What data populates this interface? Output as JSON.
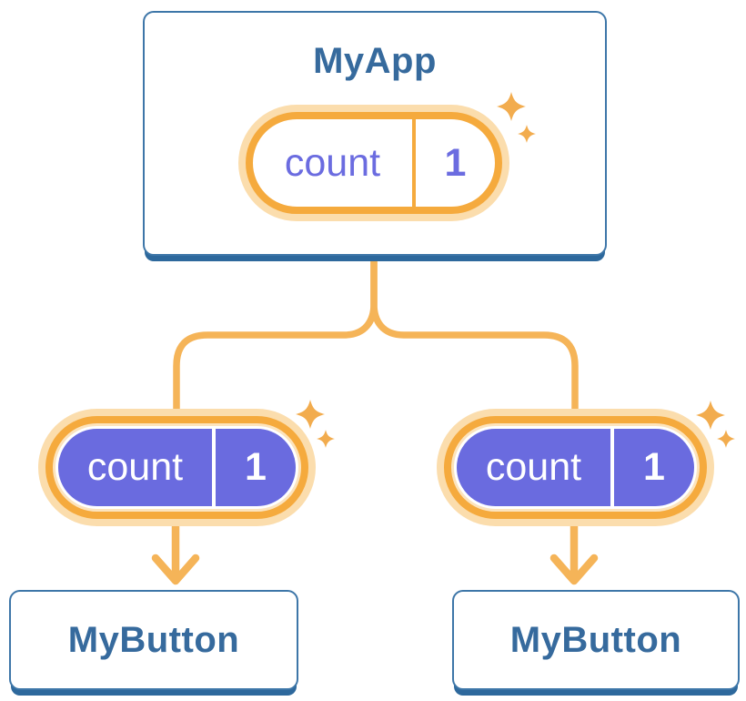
{
  "diagram": {
    "root": {
      "title": "MyApp",
      "state": {
        "name": "count",
        "value": "1"
      }
    },
    "children": [
      {
        "title": "MyButton",
        "prop": {
          "name": "count",
          "value": "1"
        }
      },
      {
        "title": "MyButton",
        "prop": {
          "name": "count",
          "value": "1"
        }
      }
    ]
  },
  "icons": {
    "sparkles-icon": "✦",
    "arrow-down-icon": "↓"
  },
  "colors": {
    "blue": "#366A9D",
    "card-border": "#3D76A8",
    "card-shadow": "#2D689C",
    "orange": "#F5AA3D",
    "orange-light": "#FBDDAD",
    "cream": "#FCE4BE",
    "wire": "#F5B458",
    "sparkle": "#F2AC4E",
    "indigo": "#6A6BDF",
    "purple": "#6B6CE0"
  }
}
